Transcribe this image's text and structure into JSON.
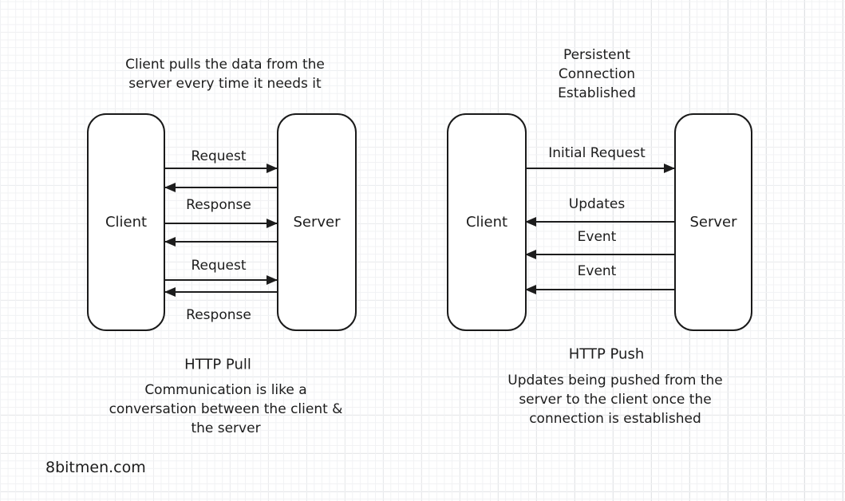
{
  "watermark": "8bitmen.com",
  "pull": {
    "intro_lines": [
      "Client pulls the data from the",
      "server every time it needs it"
    ],
    "client_label": "Client",
    "server_label": "Server",
    "message_labels": [
      "Request",
      "Response",
      "Request",
      "Response"
    ],
    "arrow_directions": [
      "client-to-server",
      "server-to-client",
      "client-to-server",
      "server-to-client",
      "client-to-server",
      "server-to-client"
    ],
    "heading": "HTTP Pull",
    "caption_lines": [
      "Communication is like a",
      "conversation between the client &",
      "the server"
    ]
  },
  "push": {
    "intro_lines": [
      "Persistent",
      "Connection",
      "Established"
    ],
    "client_label": "Client",
    "server_label": "Server",
    "message_labels": [
      "Initial Request",
      "Updates",
      "Event",
      "Event"
    ],
    "arrow_directions": [
      "client-to-server",
      "server-to-client",
      "server-to-client",
      "server-to-client"
    ],
    "heading": "HTTP Push",
    "caption_lines": [
      "Updates being pushed from the",
      "server to the client once the",
      "connection is established"
    ]
  },
  "colors": {
    "ink": "#1c1c1c",
    "grid_minor": "#f1f2f4",
    "grid_major": "#d9dbdd",
    "background": "#ffffff"
  }
}
